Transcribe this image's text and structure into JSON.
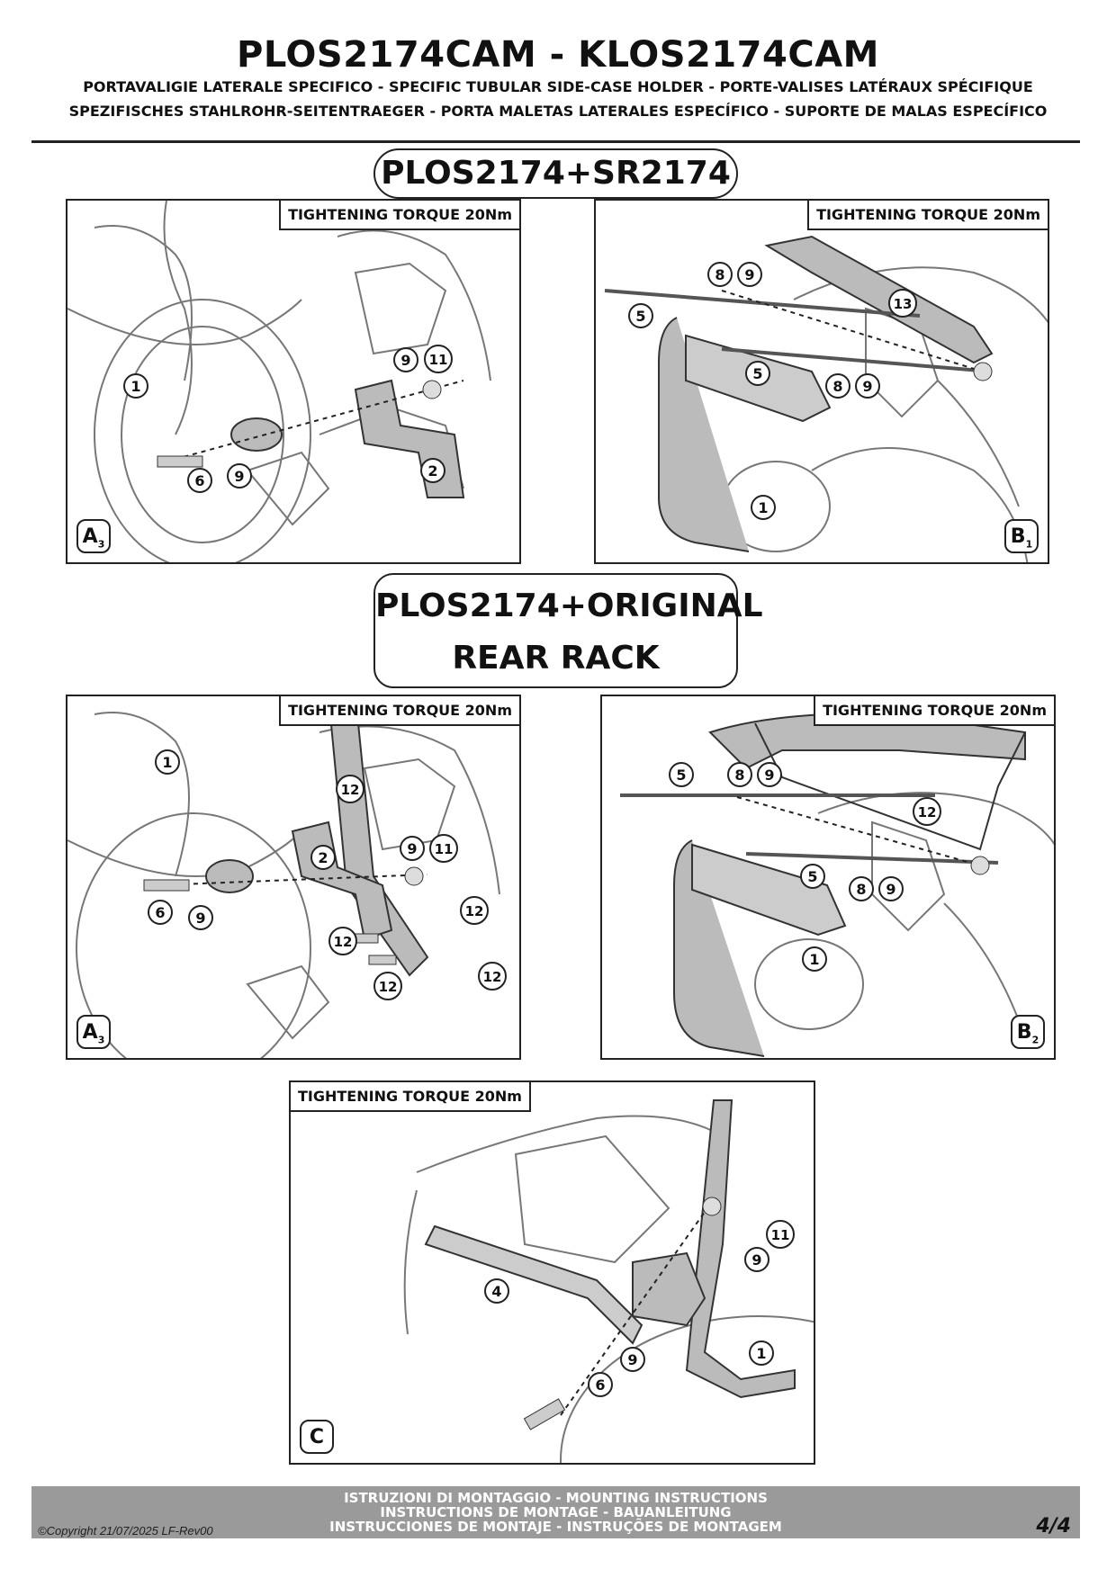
{
  "header": {
    "title": "PLOS2174CAM - KLOS2174CAM",
    "subtitle_line1": "PORTAVALIGIE LATERALE SPECIFICO  -  SPECIFIC TUBULAR SIDE-CASE HOLDER  - PORTE-VALISES LATÉRAUX SPÉCIFIQUE",
    "subtitle_line2": "SPEZIFISCHES STAHLROHR-SEITENTRAEGER - PORTA MALETAS LATERALES ESPECÍFICO - SUPORTE DE MALAS ESPECÍFICO"
  },
  "sections": {
    "section1": "PLOS2174+SR2174",
    "section2_line1": "PLOS2174+ORIGINAL",
    "section2_line2": "REAR RACK"
  },
  "panels": {
    "torque_label": "TIGHTENING TORQUE 20Nm",
    "a3_top": {
      "tag_letter": "A",
      "tag_sub": "3"
    },
    "b1": {
      "tag_letter": "B",
      "tag_sub": "1"
    },
    "a3_bottom": {
      "tag_letter": "A",
      "tag_sub": "3"
    },
    "b2": {
      "tag_letter": "B",
      "tag_sub": "2"
    },
    "c": {
      "tag_letter": "C"
    }
  },
  "callouts": {
    "a3_top": [
      "1",
      "9",
      "11",
      "6",
      "9",
      "2"
    ],
    "b1": [
      "8",
      "9",
      "5",
      "13",
      "5",
      "8",
      "9",
      "1"
    ],
    "a3_bottom": [
      "1",
      "12",
      "2",
      "9",
      "11",
      "6",
      "9",
      "12",
      "12",
      "12",
      "12"
    ],
    "b2": [
      "5",
      "8",
      "9",
      "12",
      "5",
      "8",
      "9",
      "1"
    ],
    "c": [
      "11",
      "9",
      "4",
      "9",
      "1",
      "6"
    ]
  },
  "footer": {
    "line1": "ISTRUZIONI DI MONTAGGIO  -  MOUNTING INSTRUCTIONS",
    "line2": "INSTRUCTIONS DE MONTAGE - BAUANLEITUNG",
    "line3": "INSTRUCCIONES DE MONTAJE - INSTRUÇÕES DE MONTAGEM",
    "copyright": "©Copyright 21/07/2025 LF-Rev00",
    "page": "4/4"
  }
}
